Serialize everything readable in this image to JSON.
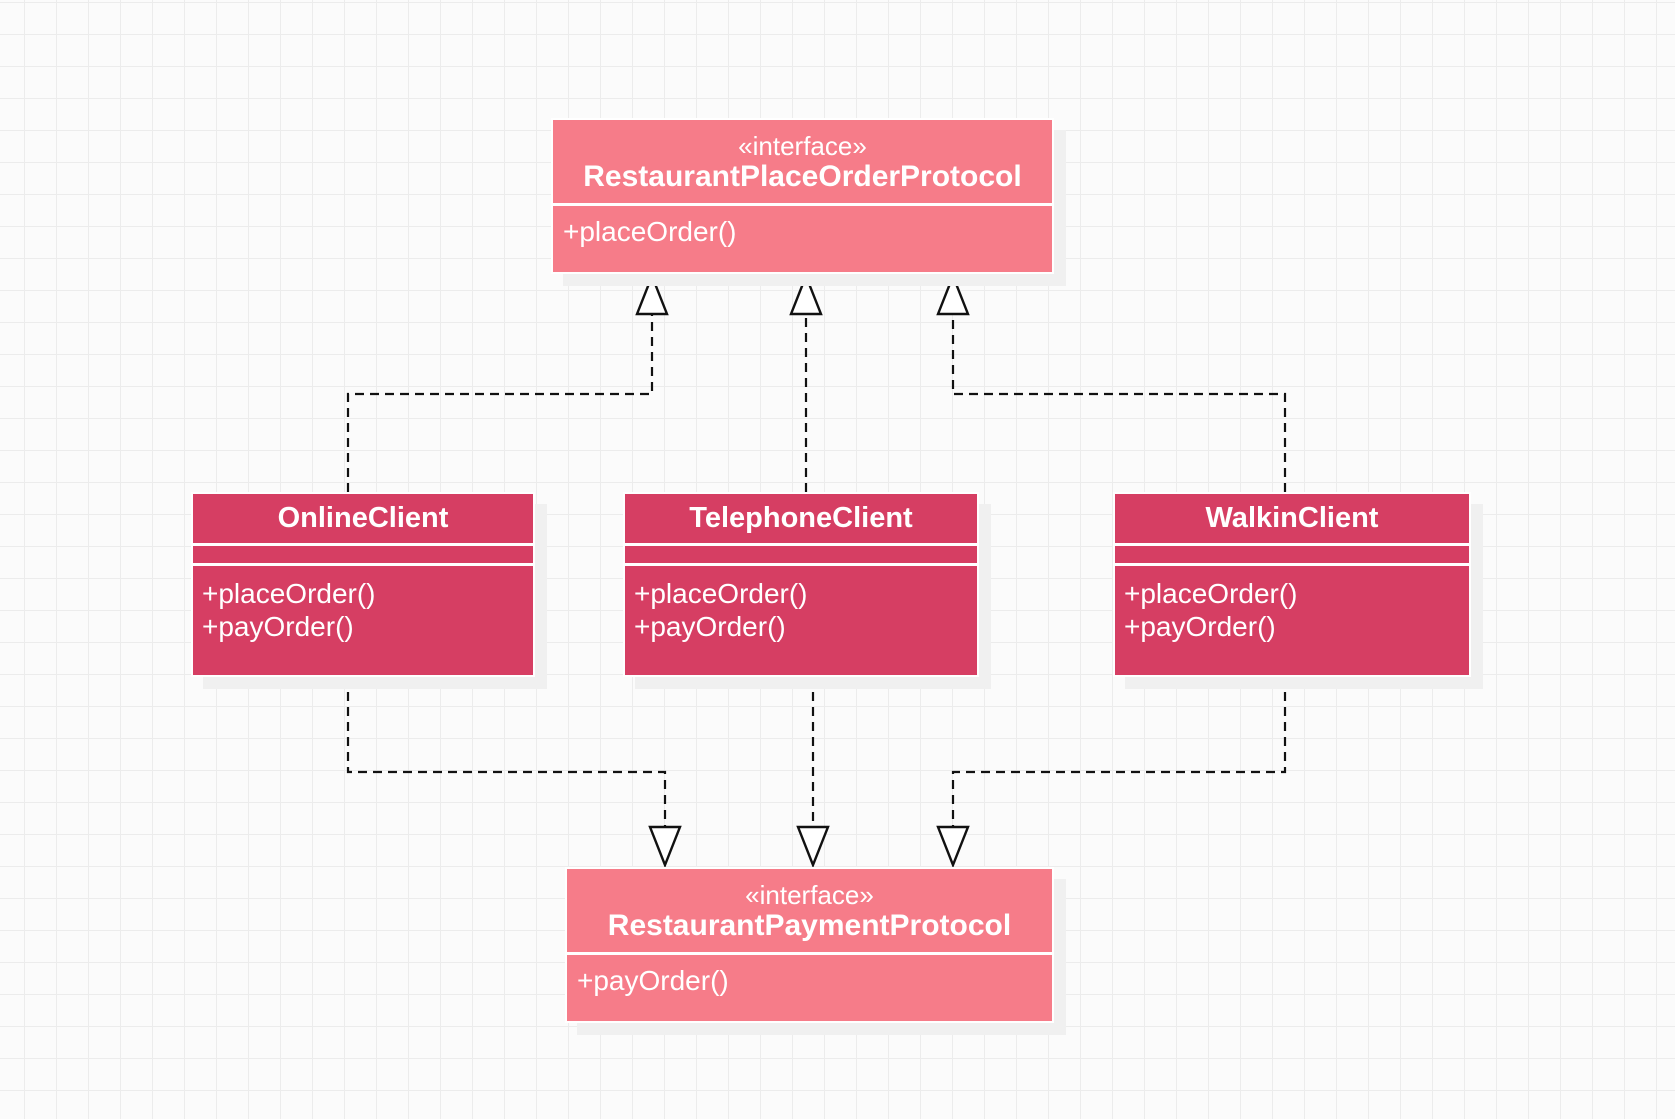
{
  "diagram": {
    "interfaces": [
      {
        "stereotype": "«interface»",
        "name": "RestaurantPlaceOrderProtocol",
        "methods": [
          "+placeOrder()"
        ]
      },
      {
        "stereotype": "«interface»",
        "name": "RestaurantPaymentProtocol",
        "methods": [
          "+payOrder()"
        ]
      }
    ],
    "classes": [
      {
        "name": "OnlineClient",
        "methods": [
          "+placeOrder()",
          "+payOrder()"
        ]
      },
      {
        "name": "TelephoneClient",
        "methods": [
          "+placeOrder()",
          "+payOrder()"
        ]
      },
      {
        "name": "WalkinClient",
        "methods": [
          "+placeOrder()",
          "+payOrder()"
        ]
      }
    ],
    "relationships": [
      {
        "from": "OnlineClient",
        "to": "RestaurantPlaceOrderProtocol",
        "type": "realization"
      },
      {
        "from": "TelephoneClient",
        "to": "RestaurantPlaceOrderProtocol",
        "type": "realization"
      },
      {
        "from": "WalkinClient",
        "to": "RestaurantPlaceOrderProtocol",
        "type": "realization"
      },
      {
        "from": "OnlineClient",
        "to": "RestaurantPaymentProtocol",
        "type": "realization"
      },
      {
        "from": "TelephoneClient",
        "to": "RestaurantPaymentProtocol",
        "type": "realization"
      },
      {
        "from": "WalkinClient",
        "to": "RestaurantPaymentProtocol",
        "type": "realization"
      }
    ],
    "colors": {
      "interface_fill": "#f67c89",
      "class_fill": "#d63e63",
      "node_text": "#ffffff",
      "divider": "#ffffff",
      "edge": "#111111",
      "arrowhead_fill": "#ffffff",
      "canvas_bg": "#fbfbfb",
      "grid_line": "#ececec",
      "shadow": "#f0f0f0"
    }
  }
}
